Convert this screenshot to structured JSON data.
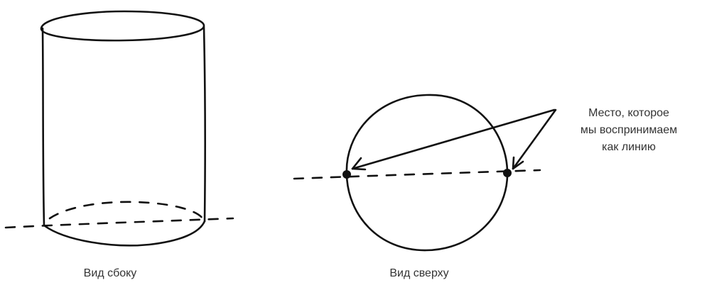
{
  "captions": {
    "side_view": "Вид сбоку",
    "top_view": "Вид сверху"
  },
  "callout": {
    "lines": [
      "Место, которое",
      "мы воспринимаем",
      "как линию"
    ]
  },
  "colors": {
    "ink": "#111111",
    "caption_text": "#333333",
    "background": "#ffffff"
  }
}
